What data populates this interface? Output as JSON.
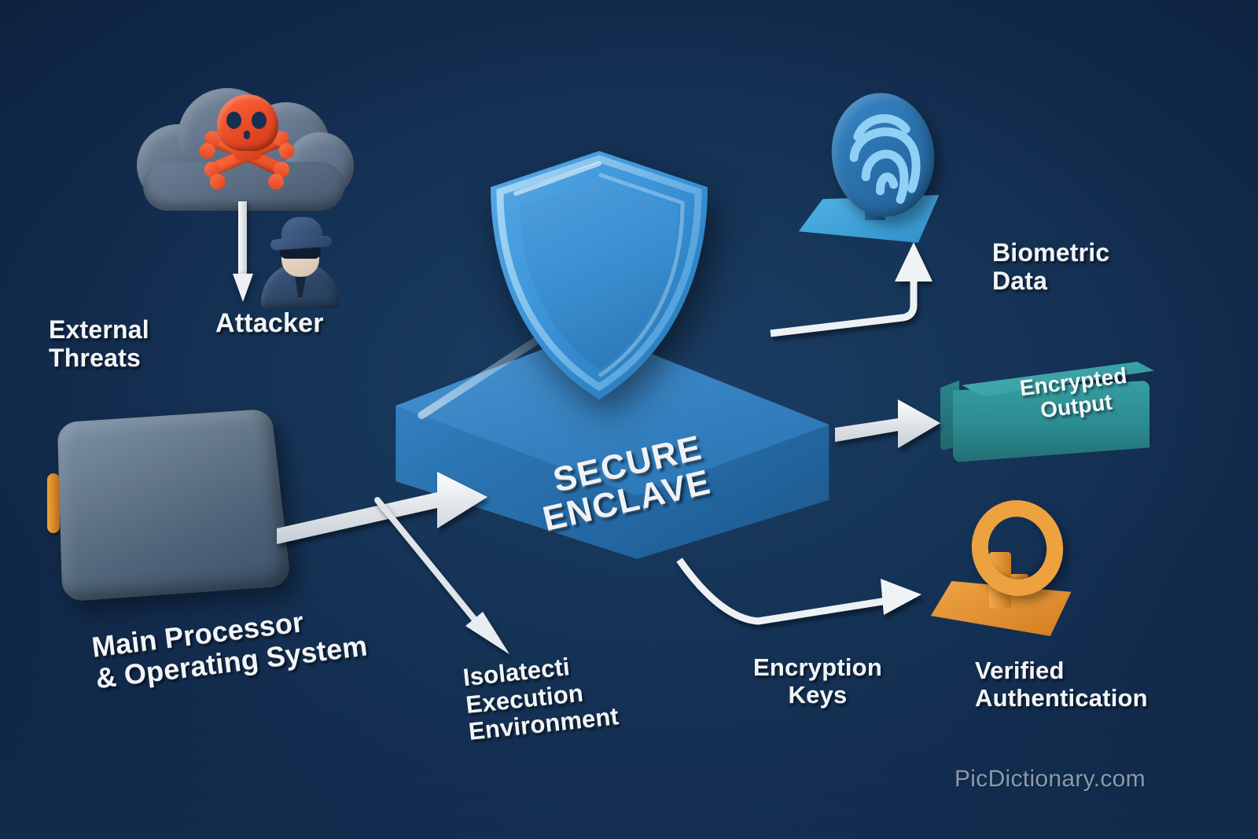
{
  "diagram": {
    "title": "SECURE ENCLAVE",
    "watermark": "PicDictionary.com",
    "background_color": "#11294a",
    "center": {
      "name": "secure-enclave-cube",
      "label_line_1": "SECURE",
      "label_line_2": "ENCLAVE",
      "box_color": "#2a74b4",
      "shield_color": "#3a94d8",
      "shield_icon": "shield-icon"
    },
    "nodes": [
      {
        "id": "external-threats",
        "label": "External\nThreats",
        "icon": "threat-cloud-skull-icon",
        "icon_color": "#63758b",
        "accent_color": "#ea4a25",
        "position": "top-left"
      },
      {
        "id": "attacker",
        "label": "Attacker",
        "icon": "attacker-person-icon",
        "icon_color": "#2c4564",
        "position": "top-left"
      },
      {
        "id": "main-processor",
        "label": "Main Processor\n& Operating System",
        "icon": "processor-chip-icon",
        "icon_color": "#637789",
        "accent_color": "#e09a33",
        "position": "left"
      },
      {
        "id": "isolated-execution-environment",
        "label": "Isolatecti\nExecution\nEnvironment",
        "icon": "none",
        "position": "bottom-center"
      },
      {
        "id": "biometric-data",
        "label": "Biometric\nData",
        "icon": "fingerprint-icon",
        "icon_color": "#2a72ae",
        "accent_color": "#7ec6ef",
        "position": "top-right"
      },
      {
        "id": "encrypted-output",
        "label": "Encrypted\nOutput",
        "icon": "encrypted-output-box",
        "icon_color": "#2b8b90",
        "position": "right"
      },
      {
        "id": "encryption-keys",
        "label": "Encryption\nKeys",
        "icon": "none",
        "position": "bottom-right"
      },
      {
        "id": "verified-authentication",
        "label": "Verified\nAuthentication",
        "icon": "key-icon",
        "icon_color": "#eda13f",
        "position": "bottom-right"
      }
    ],
    "arrows": [
      {
        "id": "arrow-cloud-to-attacker",
        "from": "external-threats",
        "to": "attacker",
        "style": "thick-down",
        "color": "#eef1f4"
      },
      {
        "id": "arrow-processor-to-enclave",
        "from": "main-processor",
        "to": "secure-enclave-cube",
        "style": "thick-right",
        "color": "#e4e9ee"
      },
      {
        "id": "arrow-enclave-to-isolated",
        "from": "main-processor",
        "to": "isolated-execution-environment",
        "style": "thin-diagonal",
        "color": "#dfe5eb"
      },
      {
        "id": "arrow-enclave-to-encrypted",
        "from": "secure-enclave-cube",
        "to": "encrypted-output",
        "style": "thick-right",
        "color": "#e4e9ee"
      },
      {
        "id": "arrow-enclave-to-biometric",
        "from": "secure-enclave-cube",
        "to": "biometric-data",
        "style": "elbow-up",
        "color": "#eef1f4"
      },
      {
        "id": "arrow-enclave-to-verified-auth",
        "from": "secure-enclave-cube",
        "to": "verified-authentication",
        "style": "elbow-right",
        "color": "#eef1f4"
      }
    ]
  }
}
